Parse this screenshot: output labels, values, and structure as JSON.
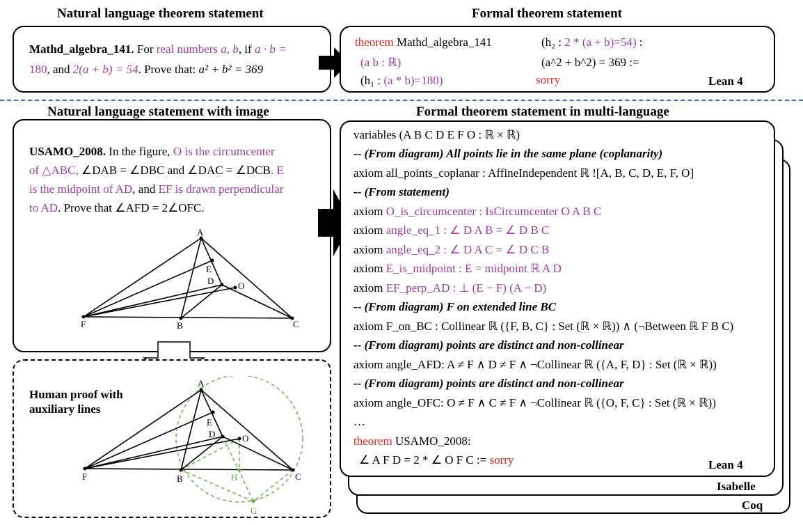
{
  "headings": {
    "nl_stmt": "Natural language theorem statement",
    "formal_stmt": "Formal theorem statement",
    "nl_image": "Natural language statement with image",
    "formal_multi": "Formal theorem statement in multi-language"
  },
  "box1": {
    "name": "Mathd_algebra_141.",
    "for": " For ",
    "real_numbers": "real numbers ",
    "ab": "a, b",
    "if": ", if ",
    "cond1a": "a · b =",
    "cond1b": "180",
    "and": ", and ",
    "cond2": "2(a + b) = 54",
    "prove": ". Prove that: ",
    "goal": "a² + b² = 369"
  },
  "box2": {
    "theorem_kw": "theorem",
    "theorem_name": " Mathd_algebra_141",
    "vars": "(a b : ℝ)",
    "h1_open": "(h₁ : ",
    "h1_body": "(a * b)=180)",
    "h2_open": "(h₂ : ",
    "h2_body": "2 * (a + b)=54)",
    "h2_close": " :",
    "goal": "(a^2 + b^2) = 369 :=",
    "sorry": "sorry",
    "lang": "Lean 4"
  },
  "box3": {
    "name": "USAMO_2008.",
    "intro": " In the figure, ",
    "l1_p": "O is the circumcenter",
    "l2_p": "of △ABC, ",
    "l2_b": "∠DAB = ∠DBC",
    "l2_c": " and ",
    "l2_d": "∠DAC = ∠DCB",
    "l2_e": ". E",
    "l3_p": "is the midpoint of AD",
    "l3_b": ", and ",
    "l3_c": "EF is drawn perpendicular",
    "l4_p": "to AD",
    "l4_b": ". Prove that ∠AFD = 2∠OFC."
  },
  "fig1": {
    "A": "A",
    "E": "E",
    "D": "D",
    "O": "O",
    "F": "F",
    "B": "B",
    "C": "C"
  },
  "box4": {
    "title_line1": "Human proof with",
    "title_line2": "auxiliary lines",
    "A": "A",
    "E": "E",
    "D": "D",
    "O": "O",
    "F": "F",
    "B": "B",
    "C": "C",
    "H": "H",
    "G": "G"
  },
  "formal": {
    "l1": "variables (A B C D E F O : ℝ × ℝ)",
    "l2": "-- (From diagram) All points lie in the same plane (coplanarity)",
    "l3": "axiom all_points_coplanar : AffineIndependent ℝ ![A, B, C, D, E, F, O]",
    "l4": "-- (From statement)",
    "l5_kw": "axiom ",
    "l5": "O_is_circumcenter : IsCircumcenter O A B C",
    "l6_kw": "axiom ",
    "l6": "angle_eq_1 : ∠ D A B = ∠ D B C",
    "l7_kw": "axiom ",
    "l7": "angle_eq_2 : ∠ D A C = ∠ D C B",
    "l8_kw": "axiom ",
    "l8": "E_is_midpoint : E = midpoint ℝ A D",
    "l9_kw": "axiom ",
    "l9": "EF_perp_AD : ⊥ (E − F) (A − D)",
    "l10": "-- (From diagram) F on extended line BC",
    "l11": "axiom F_on_BC : Collinear ℝ ({F, B, C} : Set (ℝ × ℝ)) ∧ (¬Between ℝ F B C)",
    "l12": "-- (From diagram) points are distinct and non-collinear",
    "l13": "axiom angle_AFD:  A ≠ F ∧ D ≠ F ∧ ¬Collinear ℝ ({A, F, D} : Set (ℝ × ℝ))",
    "l14": "-- (From diagram) points are distinct and non-collinear",
    "l15": "axiom angle_OFC:  O ≠ F ∧ C ≠ F ∧ ¬Collinear ℝ ({O, F, C} : Set (ℝ × ℝ))",
    "l16": "…",
    "l17_kw": "theorem",
    "l17": " USAMO_2008:",
    "l18": "∠ A F D = 2 * ∠ O F C :=",
    "l18_sorry": "  sorry",
    "lang1": "Lean 4",
    "lang2": "Isabelle",
    "lang3": "Coq"
  },
  "colors": {
    "purple": "#9b3fa0",
    "red": "#e0271c",
    "green": "#6aa84f",
    "divider": "#3f6fa8"
  }
}
